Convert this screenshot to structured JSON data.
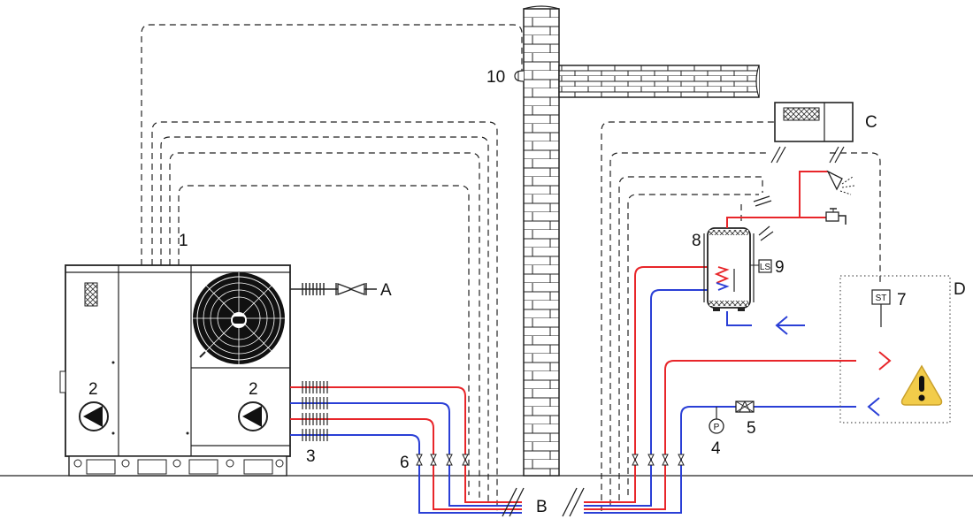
{
  "colors": {
    "hot": "#e8262a",
    "cold": "#2a3fd6",
    "line": "#222222",
    "warning": "#f2cc4a"
  },
  "labels": {
    "n1": "1",
    "n2a": "2",
    "n2b": "2",
    "n3": "3",
    "n4": "4",
    "n5": "5",
    "n6": "6",
    "n7": "7",
    "n8": "8",
    "n9": "9",
    "n10": "10",
    "A": "A",
    "B": "B",
    "C": "C",
    "D": "D"
  },
  "symbols": {
    "pressure": "P",
    "thermostat": "ST",
    "level_sensor": "LS"
  },
  "icons": [
    "pump-icon",
    "fan-icon",
    "valve-icon",
    "shower-icon",
    "tap-icon",
    "warning-icon",
    "filter-icon",
    "arrow-left-icon",
    "arrow-right-icon"
  ]
}
